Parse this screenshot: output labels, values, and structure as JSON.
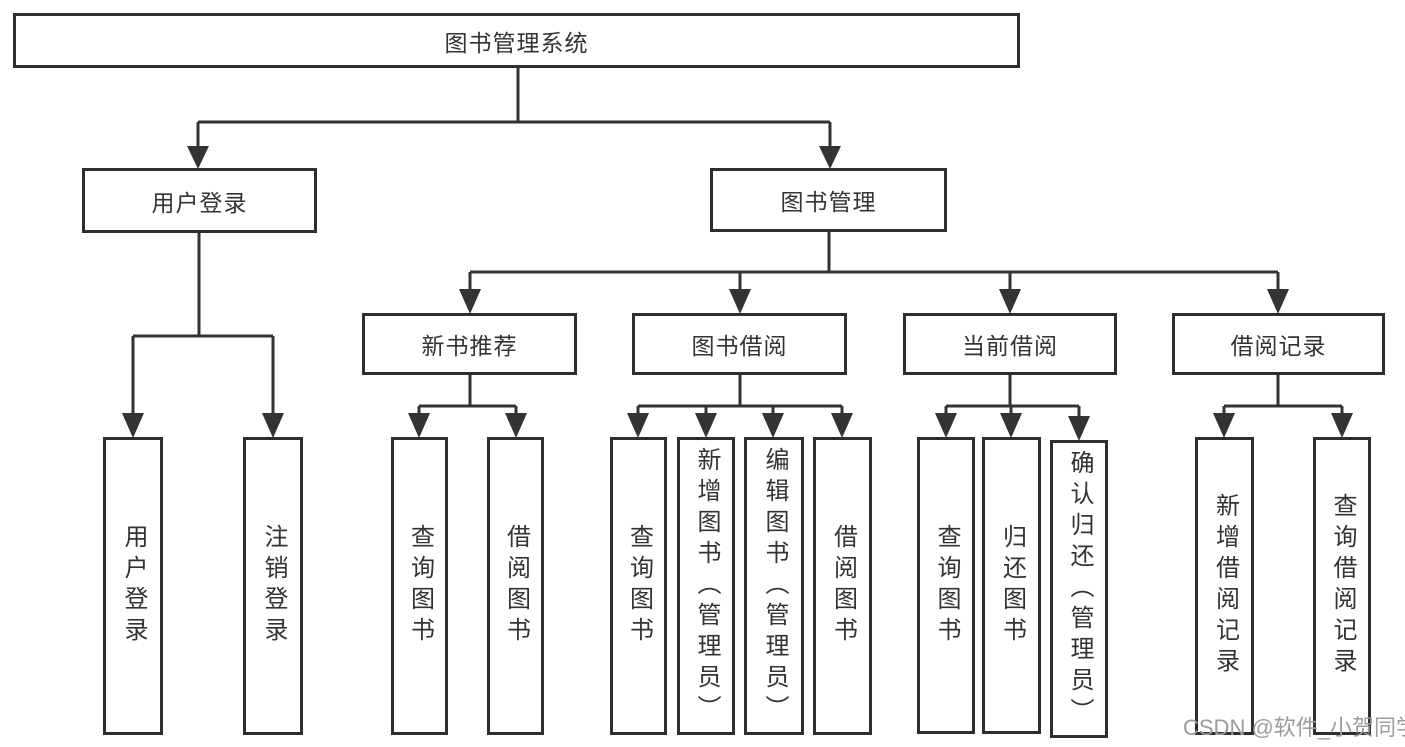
{
  "diagram": {
    "label": "图书管理系统",
    "children": [
      {
        "label": "用户登录",
        "children": [
          {
            "label": "用户登录"
          },
          {
            "label": "注销登录"
          }
        ]
      },
      {
        "label": "图书管理",
        "children": [
          {
            "label": "新书推荐",
            "children": [
              {
                "label": "查询图书"
              },
              {
                "label": "借阅图书"
              }
            ]
          },
          {
            "label": "图书借阅",
            "children": [
              {
                "label": "查询图书"
              },
              {
                "label": "新增图书（管理员）"
              },
              {
                "label": "编辑图书（管理员）"
              },
              {
                "label": "借阅图书"
              }
            ]
          },
          {
            "label": "当前借阅",
            "children": [
              {
                "label": "查询图书"
              },
              {
                "label": "归还图书"
              },
              {
                "label": "确认归还（管理员）"
              }
            ]
          },
          {
            "label": "借阅记录",
            "children": [
              {
                "label": "新增借阅记录"
              },
              {
                "label": "查询借阅记录"
              }
            ]
          }
        ]
      }
    ]
  },
  "watermark": {
    "text": "CSDN @软件_小贺同学"
  },
  "colors": {
    "line": "#333333",
    "border": "#2e2e2e",
    "text": "#333333",
    "watermark": "#9c9c9c"
  }
}
